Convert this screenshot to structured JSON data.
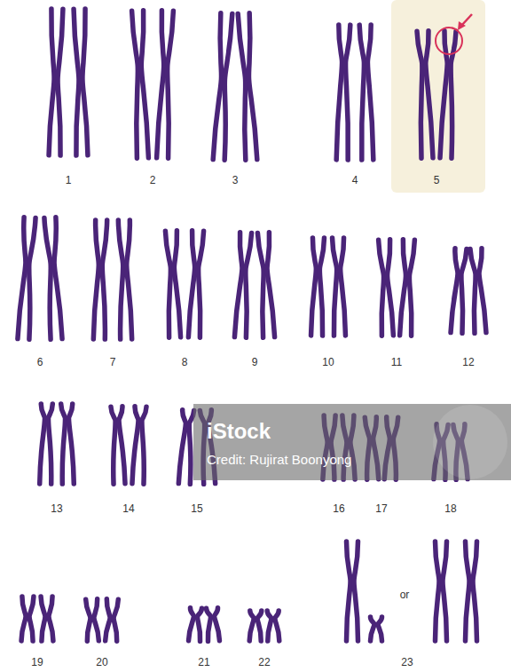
{
  "diagram": {
    "labels": [
      "1",
      "2",
      "3",
      "4",
      "5",
      "6",
      "7",
      "8",
      "9",
      "10",
      "11",
      "12",
      "13",
      "14",
      "15",
      "16",
      "17",
      "18",
      "19",
      "20",
      "21",
      "22",
      "or",
      "23",
      "iStock",
      "Credit: Rujirat Boonyong"
    ]
  }
}
